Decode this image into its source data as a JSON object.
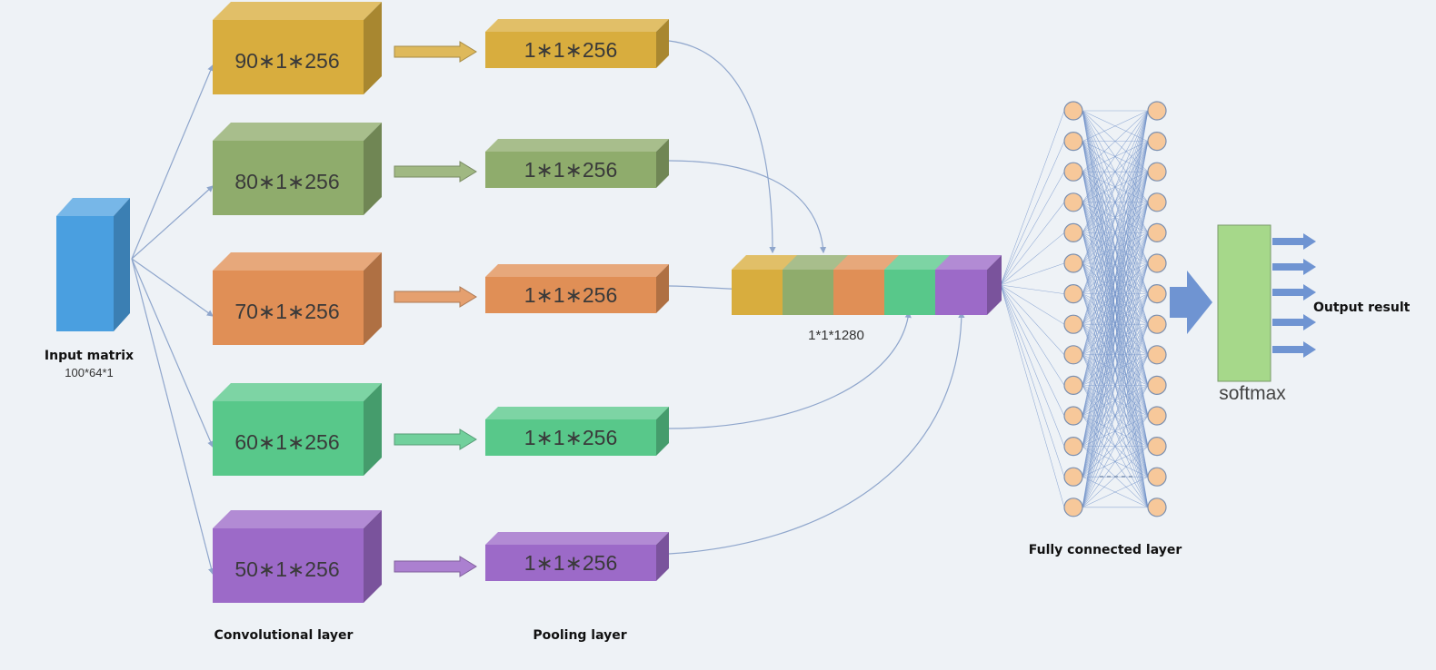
{
  "input": {
    "title": "Input matrix",
    "shape": "100*64*1",
    "color": "#4a9fe0"
  },
  "conv_layers": [
    {
      "label": "90∗1∗256",
      "color": "#d8ad3e"
    },
    {
      "label": "80∗1∗256",
      "color": "#8fac6c"
    },
    {
      "label": "70∗1∗256",
      "color": "#e08f56"
    },
    {
      "label": "60∗1∗256",
      "color": "#58c88a"
    },
    {
      "label": "50∗1∗256",
      "color": "#9c6ac8"
    }
  ],
  "pool_layers": [
    {
      "label": "1∗1∗256",
      "color": "#d8ad3e"
    },
    {
      "label": "1∗1∗256",
      "color": "#8fac6c"
    },
    {
      "label": "1∗1∗256",
      "color": "#e08f56"
    },
    {
      "label": "1∗1∗256",
      "color": "#58c88a"
    },
    {
      "label": "1∗1∗256",
      "color": "#9c6ac8"
    }
  ],
  "captions": {
    "conv": "Convolutional layer",
    "pool": "Pooling layer",
    "concat": "1*1*1280",
    "fc": "Fully connected layer",
    "softmax": "softmax",
    "output": "Output result"
  },
  "colors": {
    "neuron": "#f7c89a",
    "neuron_stroke": "#7a8fb0",
    "softmax_box": "#a6d88a",
    "arrow": "#6f94d2"
  }
}
